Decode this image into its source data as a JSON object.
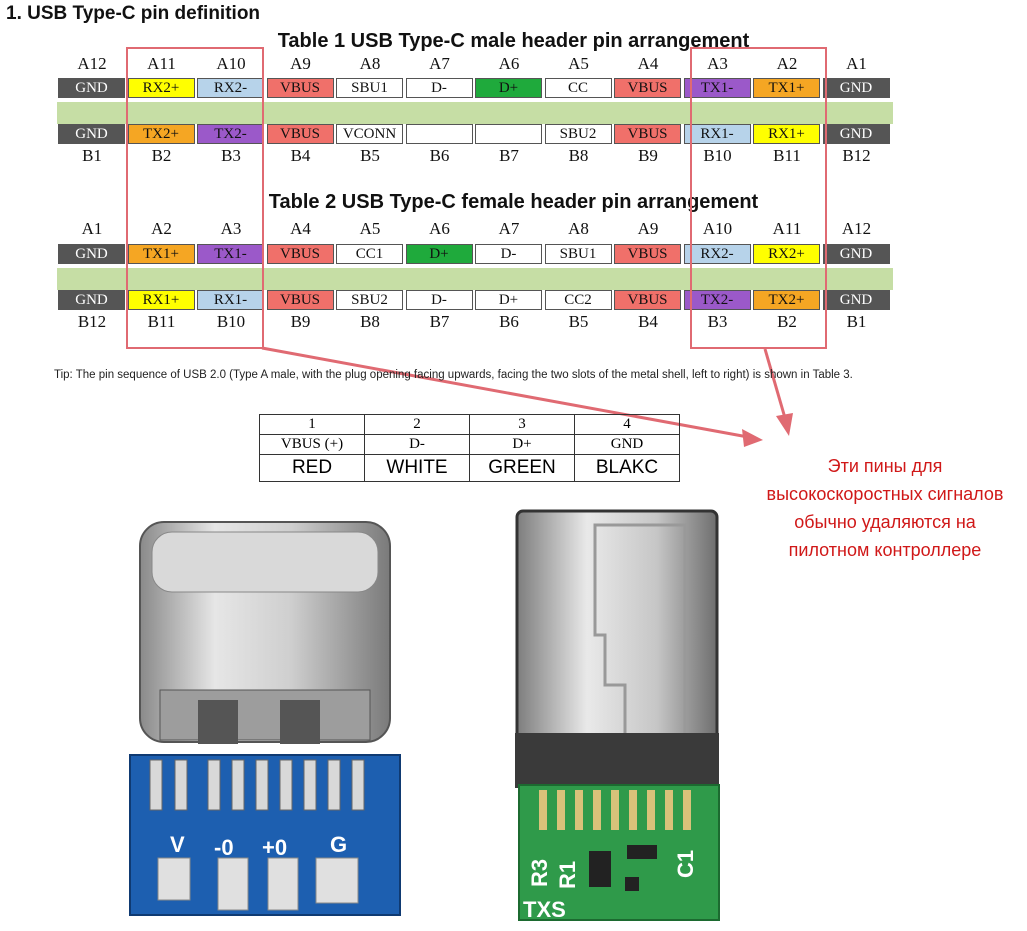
{
  "page_title": "1. USB Type-C pin definition",
  "table1": {
    "title": "Table 1 USB Type-C male header pin arrangement",
    "top_labels": [
      "A12",
      "A11",
      "A10",
      "A9",
      "A8",
      "A7",
      "A6",
      "A5",
      "A4",
      "A3",
      "A2",
      "A1"
    ],
    "row_a": [
      "GND",
      "RX2+",
      "RX2-",
      "VBUS",
      "SBU1",
      "D-",
      "D+",
      "CC",
      "VBUS",
      "TX1-",
      "TX1+",
      "GND"
    ],
    "row_b": [
      "GND",
      "TX2+",
      "TX2-",
      "VBUS",
      "VCONN",
      "",
      "",
      "SBU2",
      "VBUS",
      "RX1-",
      "RX1+",
      "GND"
    ],
    "bottom_labels": [
      "B1",
      "B2",
      "B3",
      "B4",
      "B5",
      "B6",
      "B7",
      "B8",
      "B9",
      "B10",
      "B11",
      "B12"
    ],
    "row_a_colors": [
      "#555555",
      "#ffff00",
      "#b7d3ea",
      "#f0706a",
      "#ffffff",
      "#ffffff",
      "#1faa3c",
      "#ffffff",
      "#f0706a",
      "#9b59c9",
      "#f5a623",
      "#555555"
    ],
    "row_b_colors": [
      "#555555",
      "#f5a623",
      "#9b59c9",
      "#f0706a",
      "#ffffff",
      "#ffffff",
      "#ffffff",
      "#ffffff",
      "#f0706a",
      "#b7d3ea",
      "#ffff00",
      "#555555"
    ]
  },
  "table2": {
    "title": "Table 2 USB Type-C female header pin arrangement",
    "top_labels": [
      "A1",
      "A2",
      "A3",
      "A4",
      "A5",
      "A6",
      "A7",
      "A8",
      "A9",
      "A10",
      "A11",
      "A12"
    ],
    "row_a": [
      "GND",
      "TX1+",
      "TX1-",
      "VBUS",
      "CC1",
      "D+",
      "D-",
      "SBU1",
      "VBUS",
      "RX2-",
      "RX2+",
      "GND"
    ],
    "row_b": [
      "GND",
      "RX1+",
      "RX1-",
      "VBUS",
      "SBU2",
      "D-",
      "D+",
      "CC2",
      "VBUS",
      "TX2-",
      "TX2+",
      "GND"
    ],
    "bottom_labels": [
      "B12",
      "B11",
      "B10",
      "B9",
      "B8",
      "B7",
      "B6",
      "B5",
      "B4",
      "B3",
      "B2",
      "B1"
    ],
    "row_a_colors": [
      "#555555",
      "#f5a623",
      "#9b59c9",
      "#f0706a",
      "#ffffff",
      "#1faa3c",
      "#ffffff",
      "#ffffff",
      "#f0706a",
      "#b7d3ea",
      "#ffff00",
      "#555555"
    ],
    "row_b_colors": [
      "#555555",
      "#ffff00",
      "#b7d3ea",
      "#f0706a",
      "#ffffff",
      "#ffffff",
      "#ffffff",
      "#ffffff",
      "#f0706a",
      "#9b59c9",
      "#f5a623",
      "#555555"
    ]
  },
  "tip": "Tip: The pin sequence of USB 2.0 (Type A male, with the plug opening facing upwards, facing the two slots of the metal shell, left to right) is shown in Table 3.",
  "usb2_table": {
    "pins": [
      "1",
      "2",
      "3",
      "4"
    ],
    "signals": [
      "VBUS  (+)",
      "D-",
      "D+",
      "GND"
    ],
    "colors": [
      "RED",
      "WHITE",
      "GREEN",
      "BLAKC"
    ]
  },
  "annotation": "Эти пины для высокоскоростных сигналов обычно удаляются на пилотном контроллере",
  "board1_labels": [
    "V",
    "-0",
    "+0",
    "G"
  ],
  "board2_labels": [
    "R3",
    "R1",
    "TXS",
    "C1"
  ],
  "colors": {
    "highlight": "#e06a72",
    "annotation_text": "#d01818",
    "pcb_blue": "#1d5fb0",
    "pcb_green": "#2f9a4a"
  }
}
